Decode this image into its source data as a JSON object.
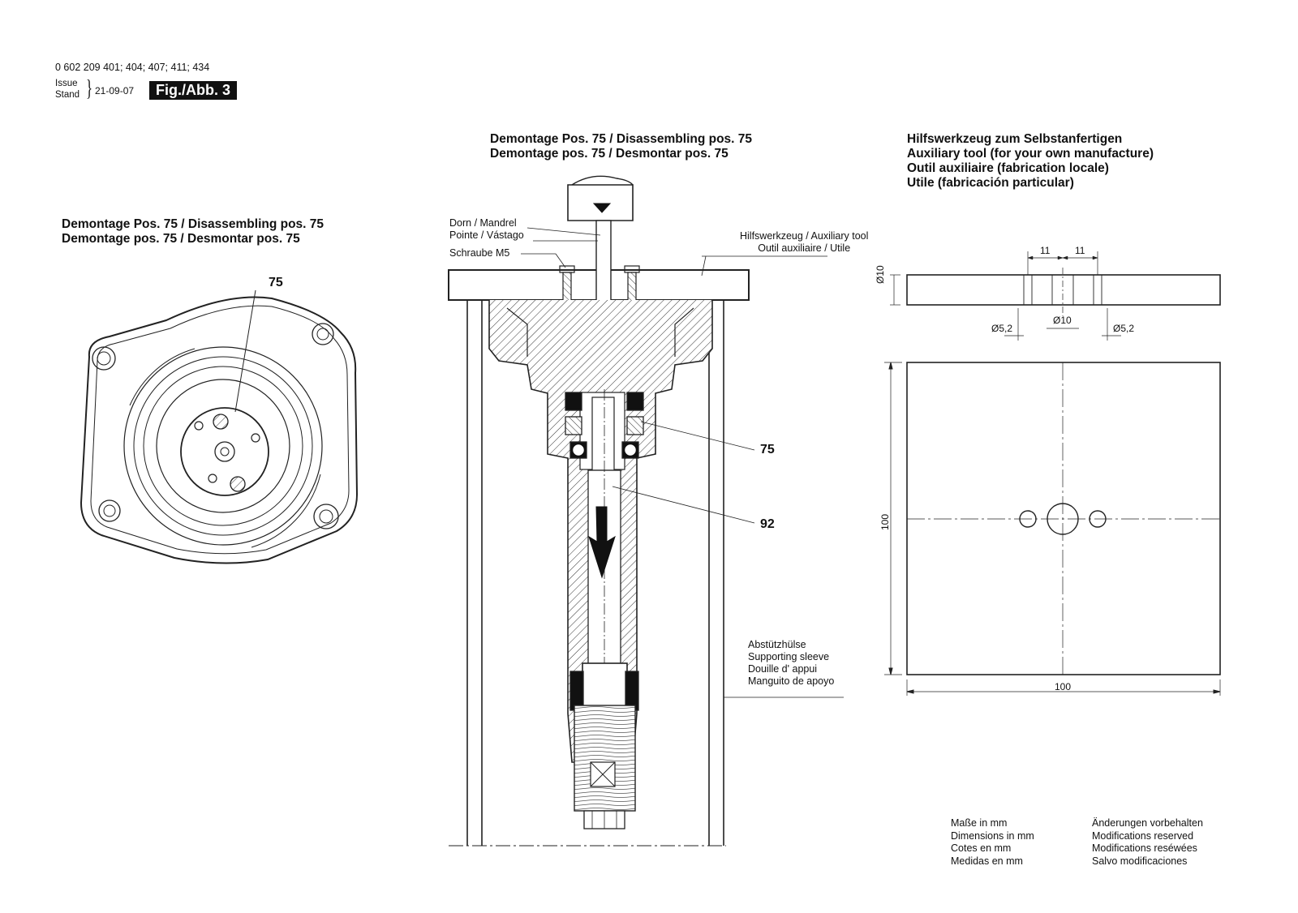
{
  "header": {
    "part_numbers": "0 602 209 401; 404; 407; 411; 434",
    "issue_label": "Issue",
    "stand_label": "Stand",
    "date": "21-09-07",
    "figure_badge": "Fig./Abb. 3"
  },
  "left_view": {
    "title_line1": "Demontage Pos. 75 / Disassembling pos. 75",
    "title_line2": "Demontage pos. 75 / Desmontar pos. 75",
    "callout_75": "75"
  },
  "section_view": {
    "title_line1": "Demontage Pos. 75 / Disassembling pos. 75",
    "title_line2": "Demontage pos. 75 / Desmontar pos. 75",
    "label_dorn_1": "Dorn / Mandrel",
    "label_dorn_2": "Pointe / Vástago",
    "label_schraube": "Schraube M5",
    "label_aux_1": "Hilfswerkzeug / Auxiliary tool",
    "label_aux_2": "Outil auxiliaire / Utile",
    "callout_75": "75",
    "callout_92": "92",
    "sleeve_1": "Abstützhülse",
    "sleeve_2": "Supporting sleeve",
    "sleeve_3": "Douille d' appui",
    "sleeve_4": "Manguito de apoyo"
  },
  "tool_view": {
    "title_line1": "Hilfswerkzeug zum Selbstanfertigen",
    "title_line2": "Auxiliary tool (for your own manufacture)",
    "title_line3": "Outil auxiliaire (fabrication locale)",
    "title_line4": "Utile (fabricación particular)",
    "dim_11_a": "11",
    "dim_11_b": "11",
    "dim_thickness": "Ø10",
    "dim_hole_left": "Ø5,2",
    "dim_hole_center": "Ø10",
    "dim_hole_right": "Ø5,2",
    "dim_height": "100",
    "dim_width": "100"
  },
  "footer": {
    "dims_de": "Maße in mm",
    "dims_en": "Dimensions in mm",
    "dims_fr": "Cotes en mm",
    "dims_es": "Medidas en mm",
    "mod_de": "Änderungen vorbehalten",
    "mod_en": "Modifications reserved",
    "mod_fr": "Modifications reséwées",
    "mod_es": "Salvo modificaciones"
  }
}
